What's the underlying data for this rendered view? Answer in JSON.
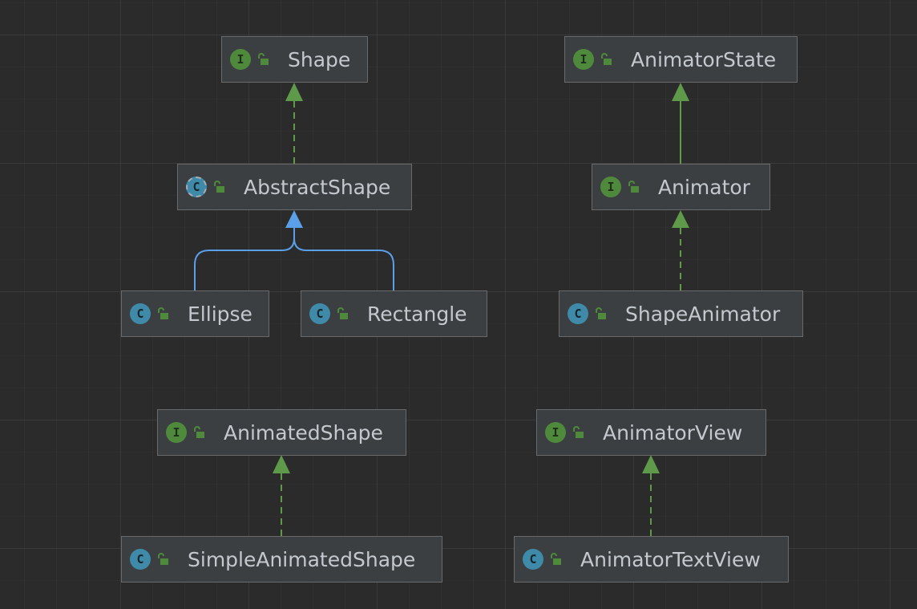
{
  "colors": {
    "background": "#2b2b2b",
    "node_fill": "#3c3f41",
    "node_border": "#6a6a6a",
    "realization_edge": "#5f9a4a",
    "generalization_edge": "#5a9fe8",
    "interface_badge": "#4f8a3c",
    "class_badge": "#3f8aa8"
  },
  "nodes": {
    "shape": {
      "name": "Shape",
      "kind": "interface",
      "kind_letter": "I",
      "icon": "lock-open-icon"
    },
    "abstract_shape": {
      "name": "AbstractShape",
      "kind": "abstract class",
      "kind_letter": "C",
      "icon": "lock-open-icon"
    },
    "ellipse": {
      "name": "Ellipse",
      "kind": "class",
      "kind_letter": "C",
      "icon": "lock-open-icon"
    },
    "rectangle": {
      "name": "Rectangle",
      "kind": "class",
      "kind_letter": "C",
      "icon": "lock-open-icon"
    },
    "animated_shape": {
      "name": "AnimatedShape",
      "kind": "interface",
      "kind_letter": "I",
      "icon": "lock-open-icon"
    },
    "simple_animated_shape": {
      "name": "SimpleAnimatedShape",
      "kind": "class",
      "kind_letter": "C",
      "icon": "lock-open-icon"
    },
    "animator_state": {
      "name": "AnimatorState",
      "kind": "interface",
      "kind_letter": "I",
      "icon": "lock-open-icon"
    },
    "animator": {
      "name": "Animator",
      "kind": "interface",
      "kind_letter": "I",
      "icon": "lock-open-icon"
    },
    "shape_animator": {
      "name": "ShapeAnimator",
      "kind": "class",
      "kind_letter": "C",
      "icon": "lock-open-icon"
    },
    "animator_view": {
      "name": "AnimatorView",
      "kind": "interface",
      "kind_letter": "I",
      "icon": "lock-open-icon"
    },
    "animator_text_view": {
      "name": "AnimatorTextView",
      "kind": "class",
      "kind_letter": "C",
      "icon": "lock-open-icon"
    }
  },
  "edges": [
    {
      "from": "AbstractShape",
      "to": "Shape",
      "type": "realization"
    },
    {
      "from": "Ellipse",
      "to": "AbstractShape",
      "type": "generalization"
    },
    {
      "from": "Rectangle",
      "to": "AbstractShape",
      "type": "generalization"
    },
    {
      "from": "SimpleAnimatedShape",
      "to": "AnimatedShape",
      "type": "realization"
    },
    {
      "from": "Animator",
      "to": "AnimatorState",
      "type": "generalization"
    },
    {
      "from": "ShapeAnimator",
      "to": "Animator",
      "type": "realization"
    },
    {
      "from": "AnimatorTextView",
      "to": "AnimatorView",
      "type": "realization"
    }
  ]
}
